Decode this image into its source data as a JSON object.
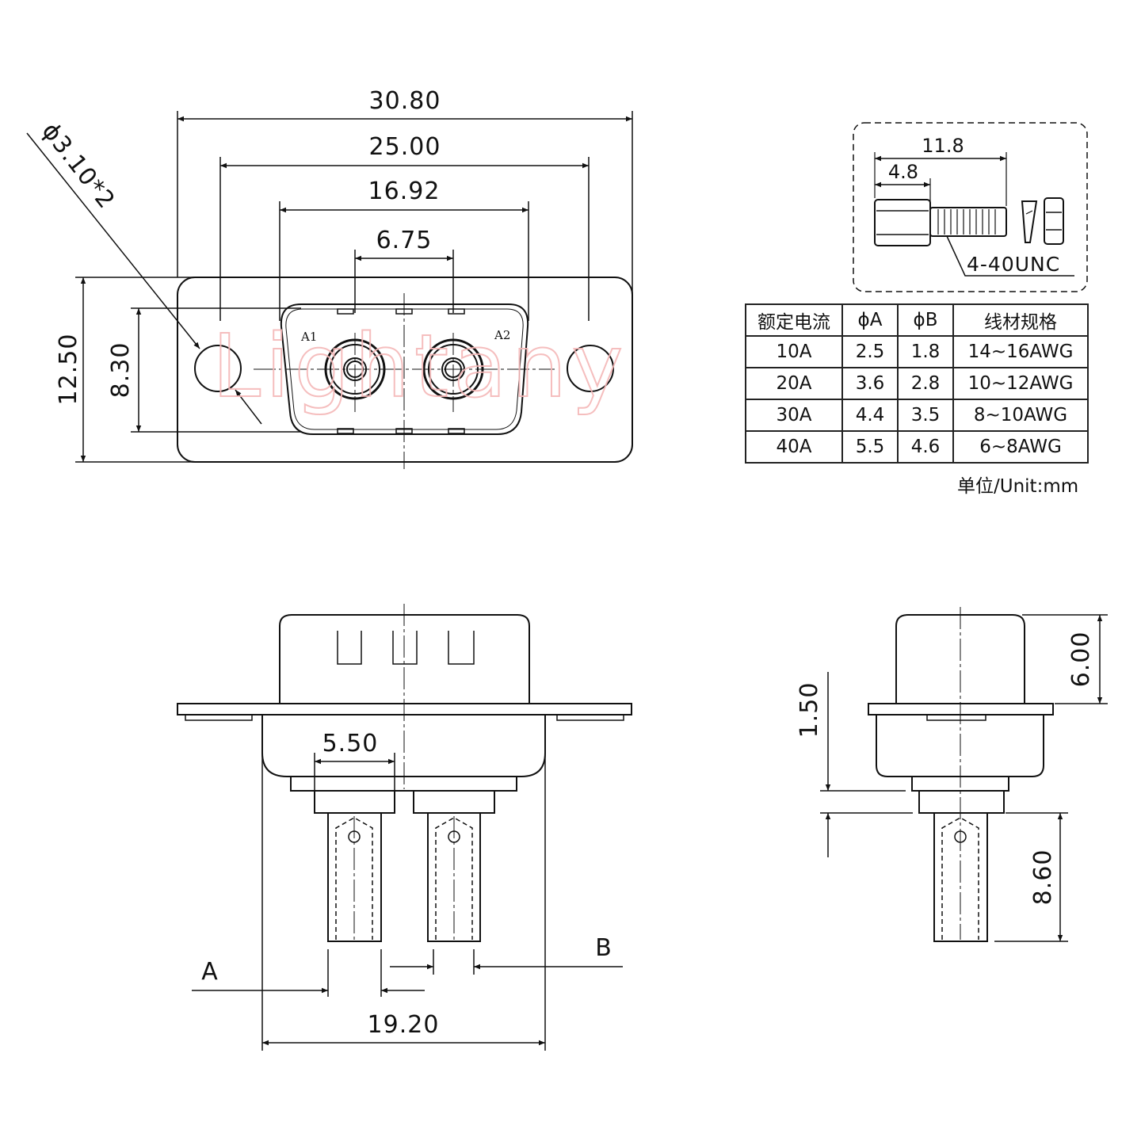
{
  "front_view": {
    "dim_overall_width": "30.80",
    "dim_mount_hole_spacing": "25.00",
    "dim_shell_width": "16.92",
    "dim_contact_pitch": "6.75",
    "dim_overall_height": "12.50",
    "dim_shell_height": "8.30",
    "dim_hole_diameter": "ϕ3.10*2",
    "contact_label_1": "A1",
    "contact_label_2": "A2",
    "watermark": "Lightany"
  },
  "screw_inset": {
    "dim_total_length": "11.8",
    "dim_head_length": "4.8",
    "thread_label": "4-40UNC"
  },
  "spec_table": {
    "headers": [
      "额定电流",
      "ϕA",
      "ϕB",
      "线材规格"
    ],
    "rows": [
      [
        "10A",
        "2.5",
        "1.8",
        "14~16AWG"
      ],
      [
        "20A",
        "3.6",
        "2.8",
        "10~12AWG"
      ],
      [
        "30A",
        "4.4",
        "3.5",
        "8~10AWG"
      ],
      [
        "40A",
        "5.5",
        "4.6",
        "6~8AWG"
      ]
    ],
    "unit_note": "单位/Unit:mm"
  },
  "bottom_view": {
    "dim_pin_base_width": "5.50",
    "dim_body_width": "19.20",
    "label_a": "A",
    "label_b": "B"
  },
  "side_view": {
    "dim_height_top": "6.00",
    "dim_flange_offset": "1.50",
    "dim_pin_length": "8.60"
  }
}
